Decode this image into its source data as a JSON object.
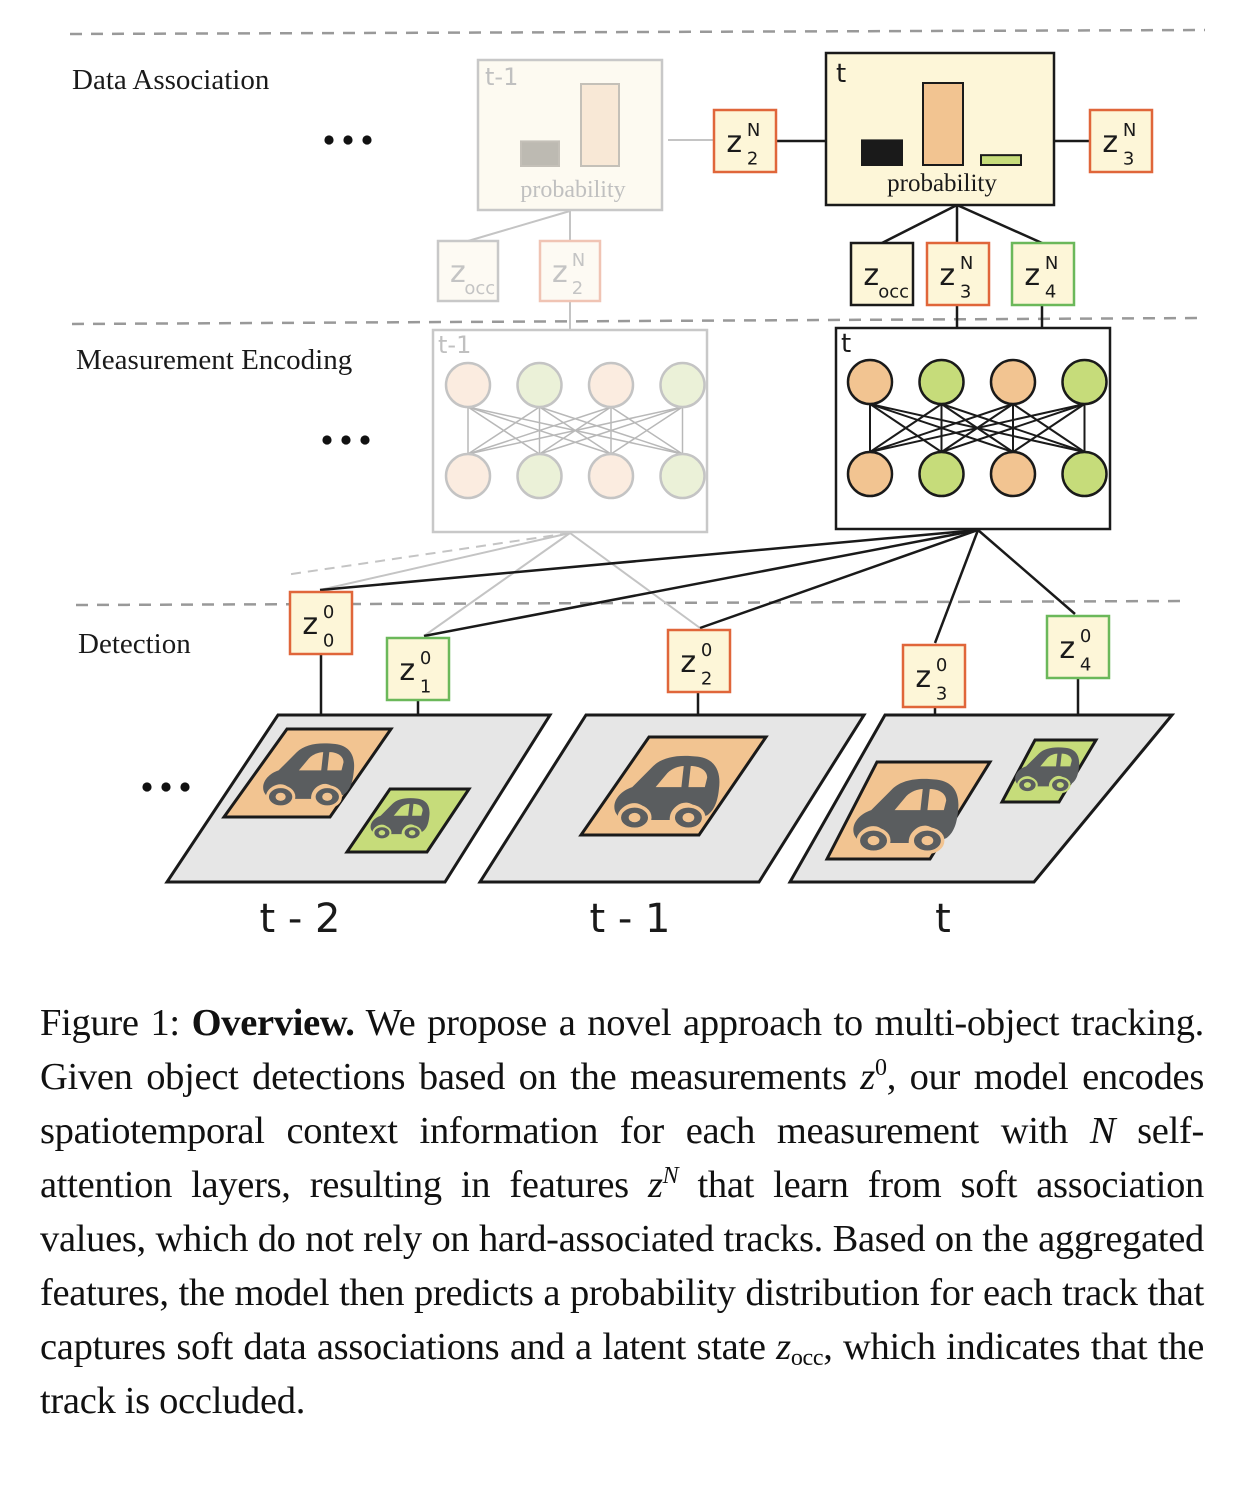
{
  "colors": {
    "orange_border": "#e0663a",
    "green_border": "#6bb85a",
    "box_fill": "#fdf6d8",
    "orange_fill": "#f2c491",
    "green_fill": "#c6dc7a",
    "frame_gray": "#e6e6e6",
    "car_gray": "#5a5d5f",
    "divider_gray": "#999999",
    "faded_gray": "#bdbdbd"
  },
  "sections": {
    "data_association": "Data Association",
    "measurement_encoding": "Measurement Encoding",
    "detection": "Detection"
  },
  "ellipsis": "•••",
  "data_association": {
    "prev": {
      "time": "t-1",
      "chart_label": "probability",
      "bars": [
        0.3,
        1.0
      ],
      "children": [
        {
          "base": "z",
          "sub": "occ",
          "sup": ""
        },
        {
          "base": "z",
          "sub": "2",
          "sup": "N"
        }
      ]
    },
    "curr": {
      "time": "t",
      "chart_label": "probability",
      "bars": [
        0.3,
        1.0,
        0.12
      ],
      "left_input": {
        "base": "z",
        "sub": "2",
        "sup": "N"
      },
      "right_input": {
        "base": "z",
        "sub": "3",
        "sup": "N"
      },
      "children": [
        {
          "base": "z",
          "sub": "occ",
          "sup": ""
        },
        {
          "base": "z",
          "sub": "3",
          "sup": "N"
        },
        {
          "base": "z",
          "sub": "4",
          "sup": "N"
        }
      ]
    }
  },
  "measurement_encoding": {
    "prev_time": "t-1",
    "curr_time": "t",
    "node_colors": [
      "orange",
      "green",
      "orange",
      "green"
    ]
  },
  "detections": [
    {
      "base": "z",
      "sub": "0",
      "sup": "0",
      "color": "orange"
    },
    {
      "base": "z",
      "sub": "1",
      "sup": "0",
      "color": "green"
    },
    {
      "base": "z",
      "sub": "2",
      "sup": "0",
      "color": "orange"
    },
    {
      "base": "z",
      "sub": "3",
      "sup": "0",
      "color": "orange"
    },
    {
      "base": "z",
      "sub": "4",
      "sup": "0",
      "color": "green"
    }
  ],
  "frames": [
    {
      "label": "t - 2"
    },
    {
      "label": "t - 1"
    },
    {
      "label": "t"
    }
  ],
  "caption": {
    "prefix": "Figure 1: ",
    "title": "Overview.",
    "t1": " We propose a novel approach to multi-object tracking. Given object detections based on the measurements ",
    "z0_base": "z",
    "z0_sup": "0",
    "t2": ", our model encodes spatiotemporal context information for each measurement with ",
    "N": "N",
    "t3": " self-attention layers, resulting in features ",
    "zN_base": "z",
    "zN_sup": "N",
    "t4": " that learn from soft association values, which do not rely on hard-associated tracks. Based on the aggregated features, the model then predicts a probability distribution for each track that captures soft data associations and a latent state ",
    "zocc_base": "z",
    "zocc_sub": "occ",
    "t5": ", which indicates that the track is occluded."
  }
}
